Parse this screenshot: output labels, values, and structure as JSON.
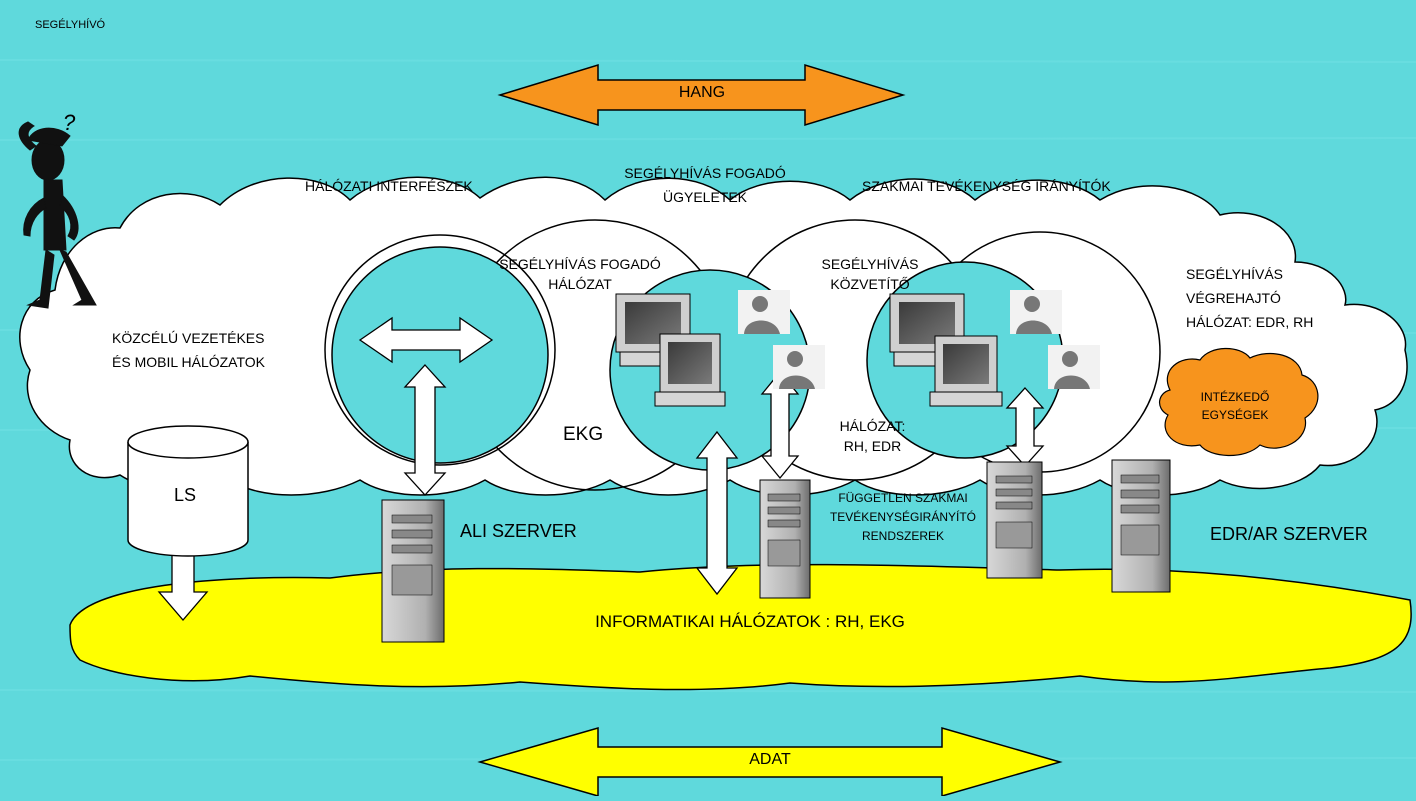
{
  "caller": "SEGÉLYHÍVÓ",
  "question_mark": "?",
  "arrows": {
    "voice": "HANG",
    "data": "ADAT"
  },
  "sections": {
    "interfaces": "HÁLÓZATI INTERFÉSZEK",
    "reception_duty": [
      "SEGÉLYHÍVÁS FOGADÓ",
      "ÜGYELETEK"
    ],
    "dispatch": "SZAKMAI TEVÉKENYSÉG IRÁNYÍTÓK"
  },
  "clouds": {
    "public": [
      "KÖZCÉLÚ VEZETÉKES",
      "ÉS MOBIL HÁLÓZATOK"
    ],
    "reception_network": [
      "SEGÉLYHÍVÁS FOGADÓ",
      "HÁLÓZAT"
    ],
    "ekg": "EKG",
    "relay": [
      "SEGÉLYHÍVÁS",
      "KÖZVETÍTŐ"
    ],
    "relay_network": [
      "HÁLÓZAT:",
      "RH, EDR"
    ],
    "execution": [
      "SEGÉLYHÍVÁS",
      "VÉGREHAJTÓ",
      "HÁLÓZAT:  EDR, RH"
    ],
    "units": [
      "INTÉZKEDŐ",
      "EGYSÉGEK"
    ]
  },
  "components": {
    "ls": "LS",
    "ali_server": "ALI SZERVER",
    "independent": [
      "FÜGGETLEN SZAKMAI",
      "TEVÉKENYSÉGIRÁNYÍTÓ",
      "RENDSZEREK"
    ],
    "edr_server": "EDR/AR SZERVER"
  },
  "it_network": "INFORMATIKAI HÁLÓZATOK : RH, EKG",
  "colors": {
    "background": "#5fd9dc",
    "voice_arrow": "#f7941d",
    "data_arrow": "#ffff00",
    "it_blob": "#ffff00",
    "units_cloud": "#f7941d",
    "cloud": "#ffffff",
    "inner_circle": "#5fd9dc"
  }
}
